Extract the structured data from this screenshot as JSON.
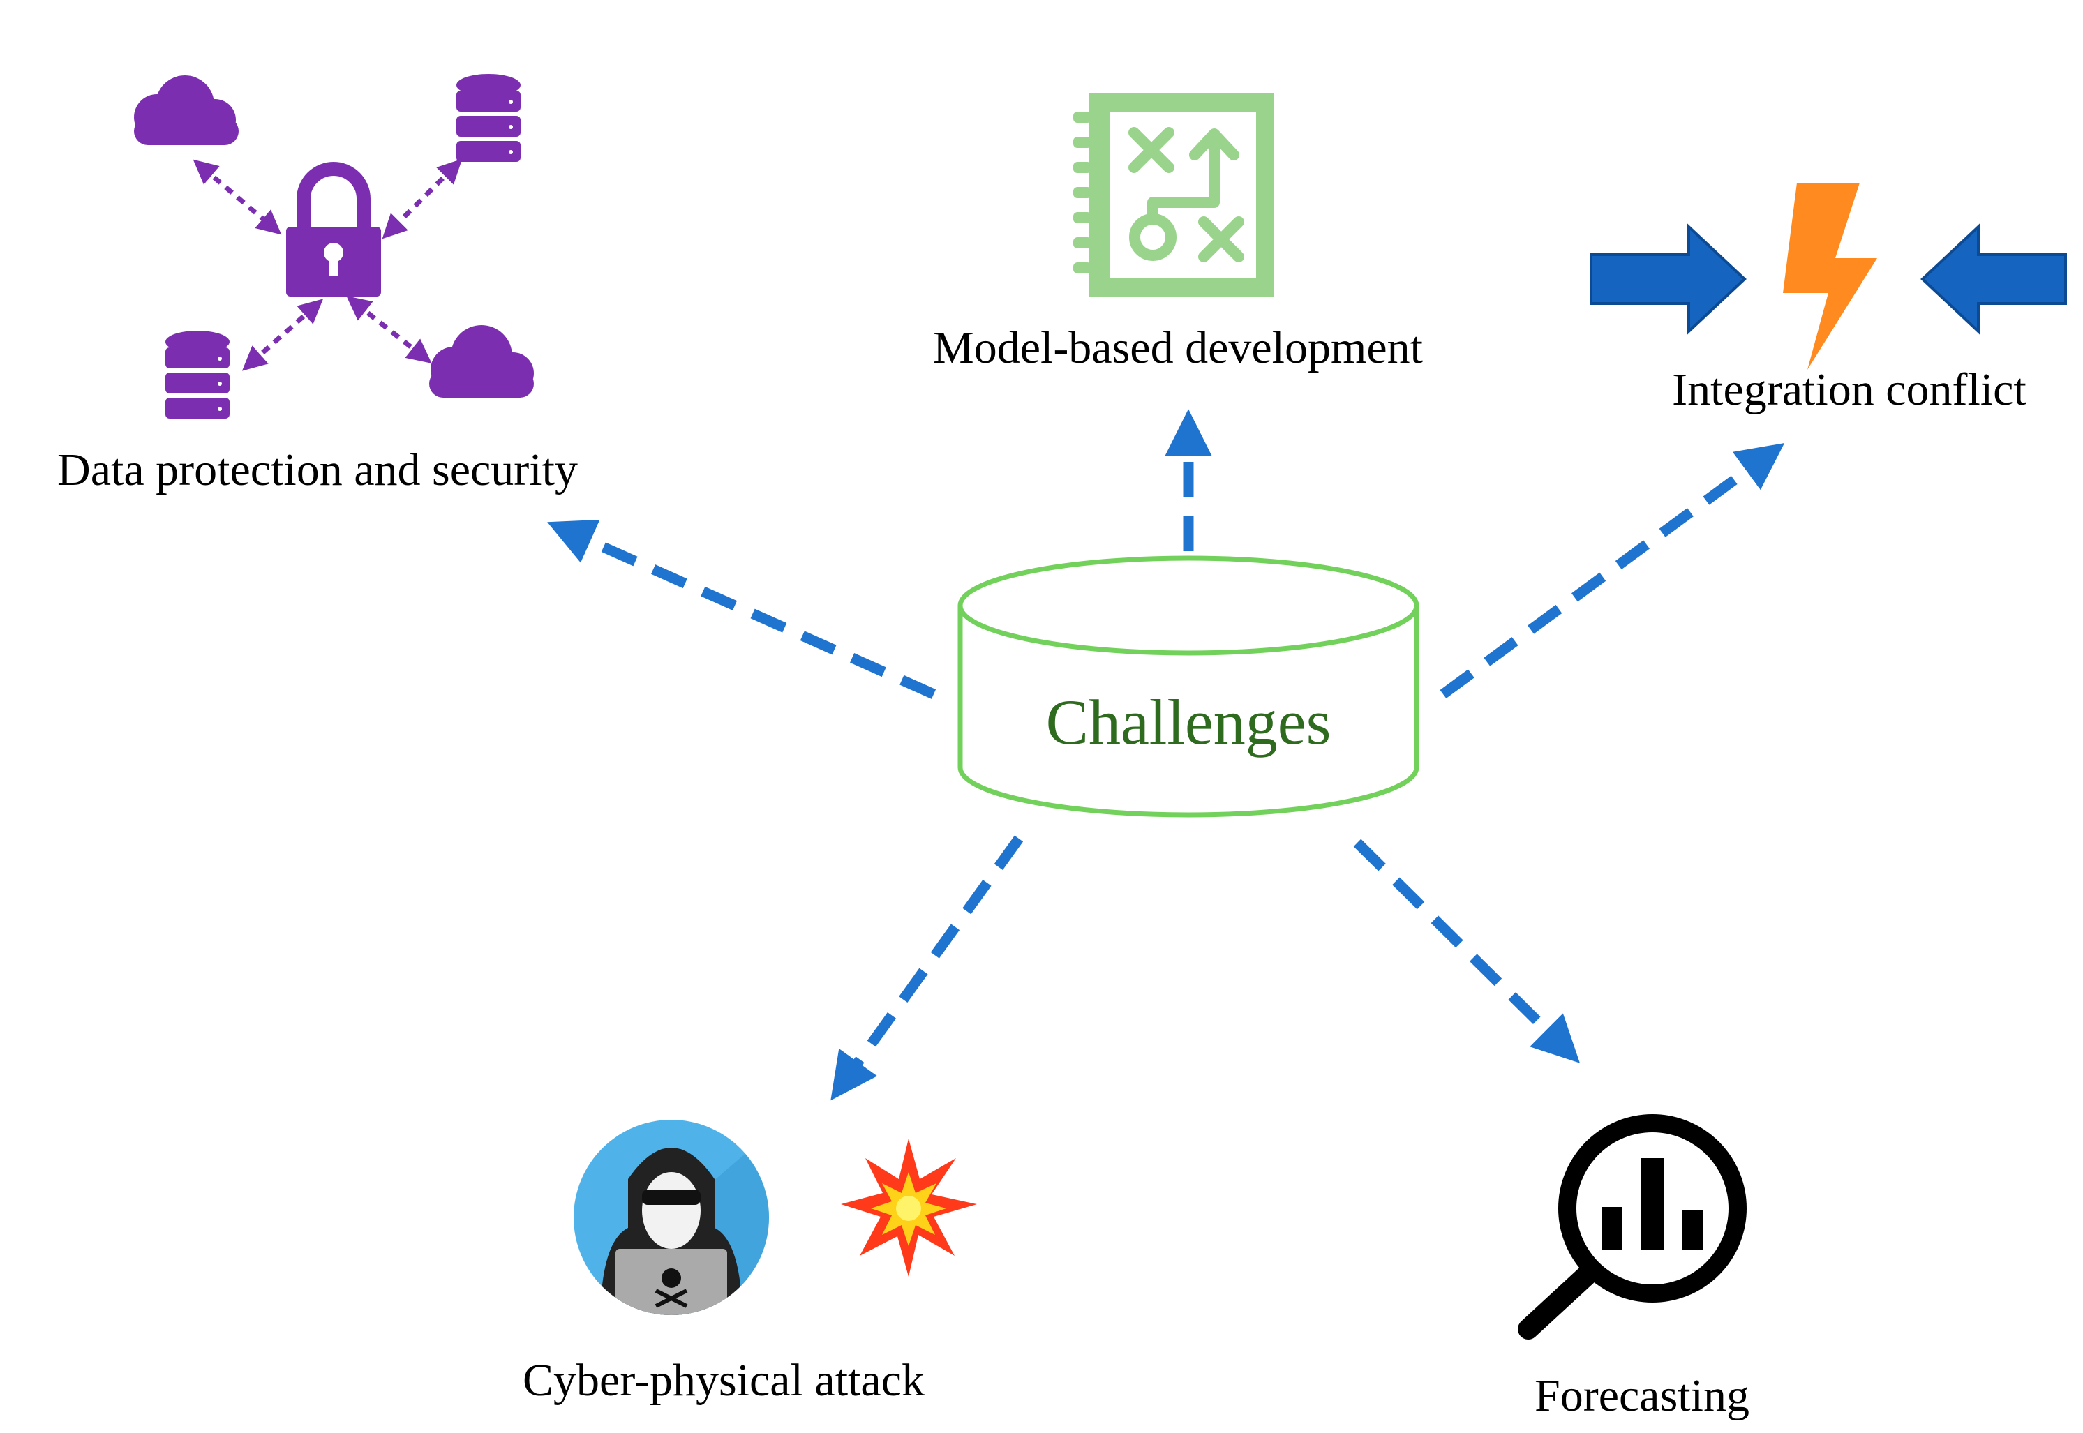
{
  "center": {
    "label": "Challenges"
  },
  "nodes": {
    "data_protection": {
      "label": "Data protection and security",
      "icon": "lock-network-icon"
    },
    "model_based": {
      "label": "Model-based development",
      "icon": "strategy-board-icon"
    },
    "integration": {
      "label": "Integration conflict",
      "icon": "lightning-conflict-icon"
    },
    "cyber_attack": {
      "label": "Cyber-physical attack",
      "icon": "hacker-icon"
    },
    "forecasting": {
      "label": "Forecasting",
      "icon": "magnifier-chart-icon"
    }
  },
  "colors": {
    "arrow": "#1f74d0",
    "purple": "#7b2fb0",
    "green_icon": "#9ad48c",
    "cylinder_stroke": "#72d15a",
    "center_text": "#2e6b1f",
    "blue_arrow": "#1565c0",
    "lightning": "#ff8a1f"
  }
}
